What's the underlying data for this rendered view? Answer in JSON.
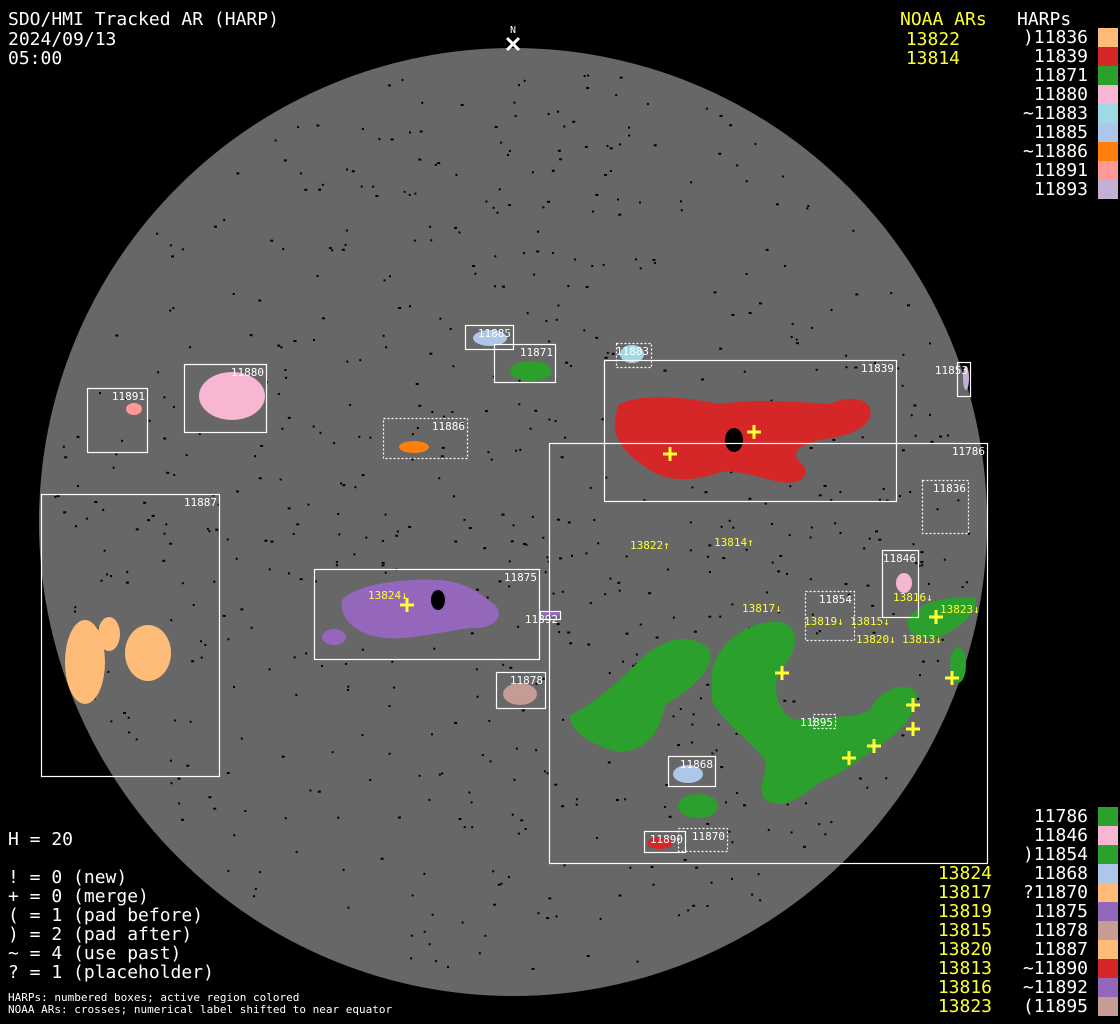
{
  "header": {
    "title": "SDO/HMI Tracked AR (HARP)",
    "date": "2024/09/13",
    "time": "05:00",
    "north": "N"
  },
  "noaa_header": "NOAA ARs",
  "harps_header": "HARPs",
  "noaa_top": [
    "13822",
    "13814"
  ],
  "harps_top": [
    {
      "label": ")11836",
      "color": "#ffbb78"
    },
    {
      "label": "11839",
      "color": "#d62728"
    },
    {
      "label": "11871",
      "color": "#2ca02c"
    },
    {
      "label": "11880",
      "color": "#f7b6d2"
    },
    {
      "label": "~11883",
      "color": "#9edae5"
    },
    {
      "label": "11885",
      "color": "#aec7e8"
    },
    {
      "label": "~11886",
      "color": "#ff7f0e"
    },
    {
      "label": "11891",
      "color": "#ff9896"
    },
    {
      "label": "11893",
      "color": "#c5b0d5"
    }
  ],
  "harps_bottom": [
    {
      "label": "11786",
      "color": "#2ca02c"
    },
    {
      "label": "11846",
      "color": "#f7b6d2"
    },
    {
      "label": ")11854",
      "color": "#2ca02c"
    },
    {
      "label": "11868",
      "color": "#aec7e8"
    },
    {
      "label": "?11870",
      "color": "#ffbb78"
    },
    {
      "label": "11875",
      "color": "#9467bd"
    },
    {
      "label": "11878",
      "color": "#c49c94"
    },
    {
      "label": "11887",
      "color": "#ffbb78"
    },
    {
      "label": "~11890",
      "color": "#d62728"
    },
    {
      "label": "~11892",
      "color": "#9467bd"
    },
    {
      "label": "(11895",
      "color": "#c49c94"
    }
  ],
  "noaa_bottom": [
    "13824",
    "13817",
    "13819",
    "13815",
    "13820",
    "13813",
    "13816",
    "13823"
  ],
  "stats": {
    "h": "H = 20",
    "lines": [
      "! = 0 (new)",
      "+ = 0 (merge)",
      "( = 1 (pad before)",
      ") = 2 (pad after)",
      "~ = 4 (use past)",
      "? = 1 (placeholder)"
    ]
  },
  "footnote": [
    "HARPs: numbered boxes; active region colored",
    "NOAA ARs: crosses; numerical label shifted to near equator"
  ],
  "disk_labels": {
    "harps": [
      "11885",
      "11871",
      "11883",
      "11839",
      "11853",
      "11891",
      "11880",
      "11886",
      "11786",
      "11836",
      "11887",
      "11846",
      "11854",
      "11875",
      "11892",
      "11878",
      "11895",
      "11868",
      "11890",
      "11870"
    ],
    "noaa": [
      "13822↑",
      "13814↑",
      "13824↓",
      "13817↓",
      "13819↓",
      "13815↓",
      "13820↓",
      "13813↓",
      "13816↓",
      "13823↓"
    ]
  }
}
